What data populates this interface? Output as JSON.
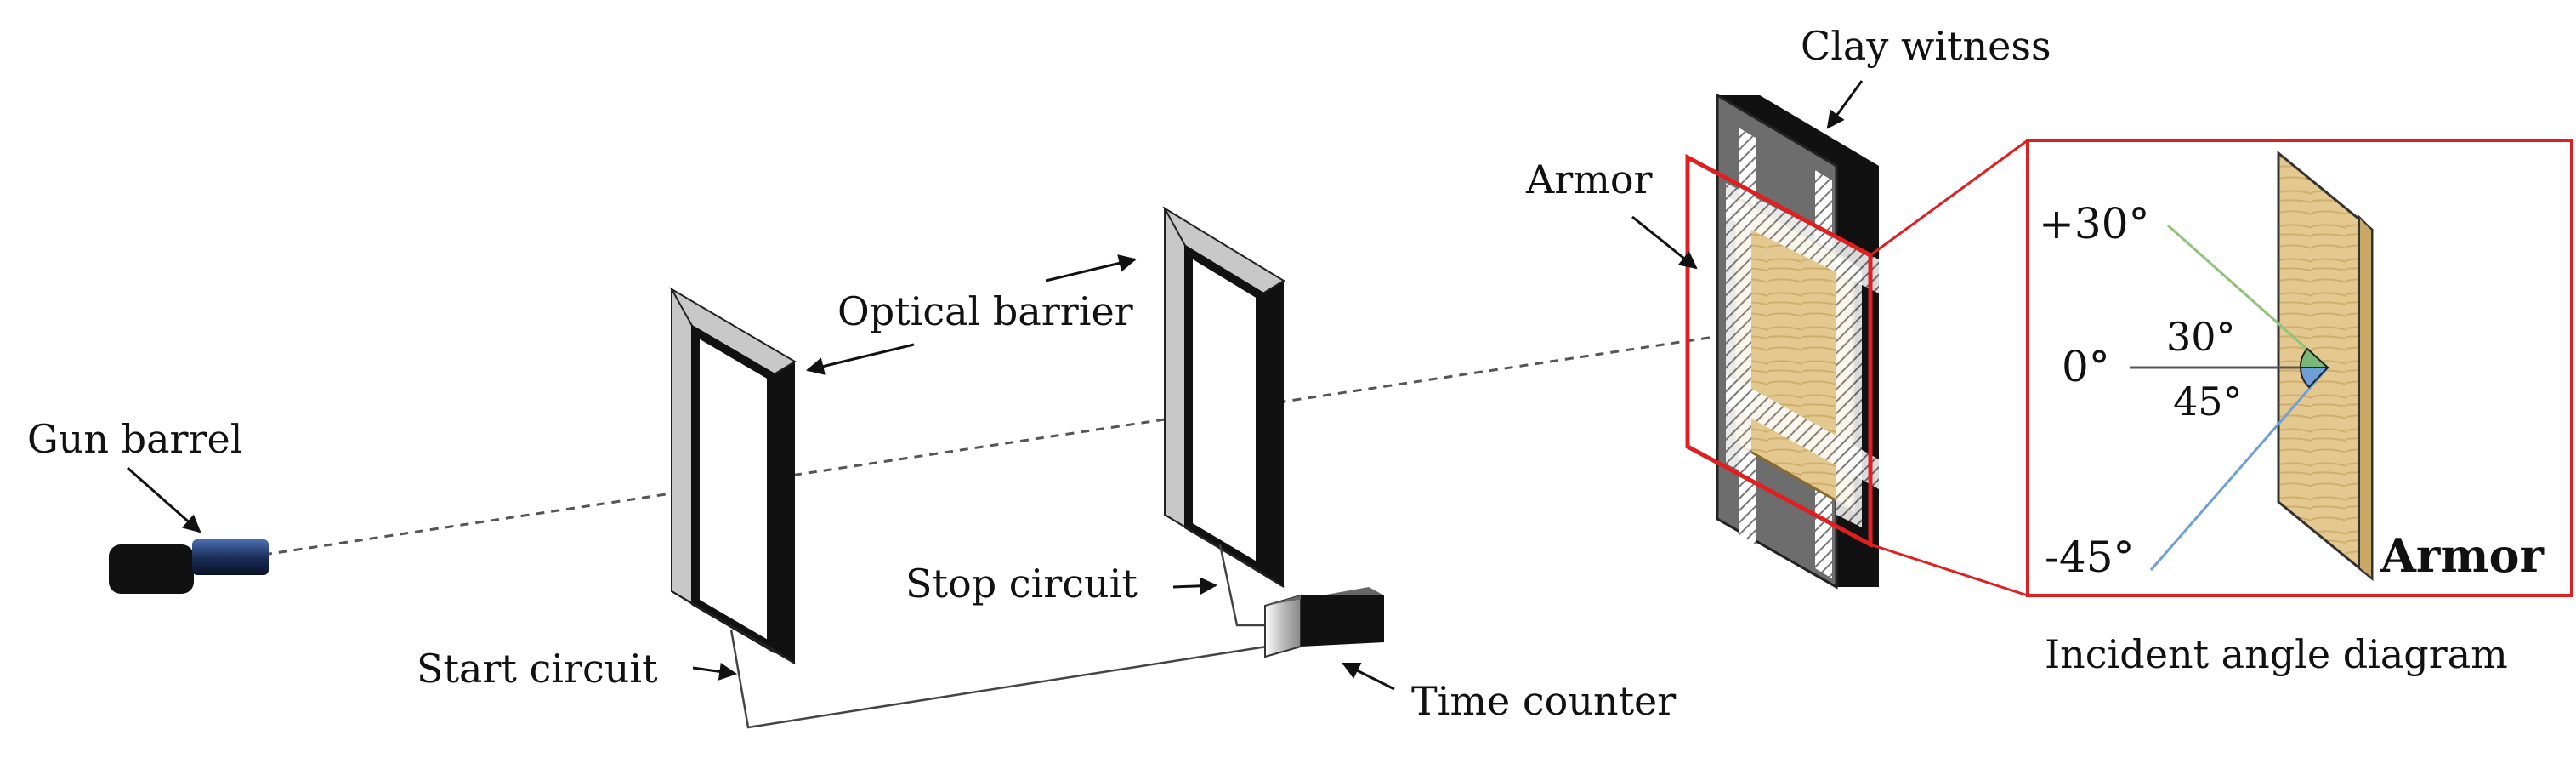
{
  "labels": {
    "clay_witness": "Clay witness",
    "armor": "Armor",
    "optical_barrier": "Optical barrier",
    "gun_barrel": "Gun barrel",
    "stop_circuit": "Stop circuit",
    "start_circuit": "Start circuit",
    "time_counter": "Time counter"
  },
  "inset": {
    "angle_plus30": "+30°",
    "angle_0": "0°",
    "angle_minus45": "-45°",
    "angle_30": "30°",
    "angle_45": "45°",
    "armor_label": "Armor",
    "caption": "Incident angle diagram"
  },
  "colors": {
    "frame_black": "#111111",
    "frame_gray": "#c8c8c8",
    "armor_wood": "#e3c98f",
    "clay_gray": "#666666",
    "highlight_red": "#e02020",
    "ray_green": "#8fc27a",
    "ray_blue": "#6f9fd8",
    "barrel_blue": "#2a4a8a"
  }
}
